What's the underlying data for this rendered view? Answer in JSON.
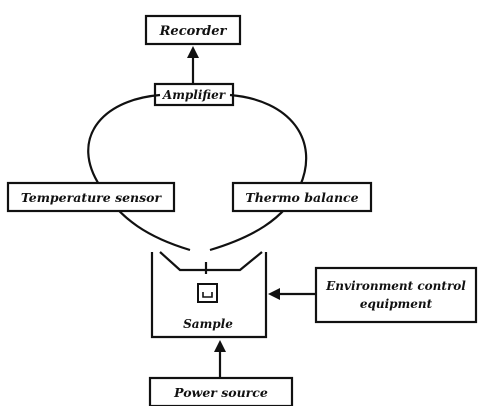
{
  "diagram": {
    "recorder": "Recorder",
    "amplifier": "Amplifier",
    "temperature_sensor": "Temperature sensor",
    "thermo_balance": "Thermo balance",
    "sample": "Sample",
    "environment_control_line1": "Environment control",
    "environment_control_line2": "equipment",
    "power_source": "Power source"
  }
}
